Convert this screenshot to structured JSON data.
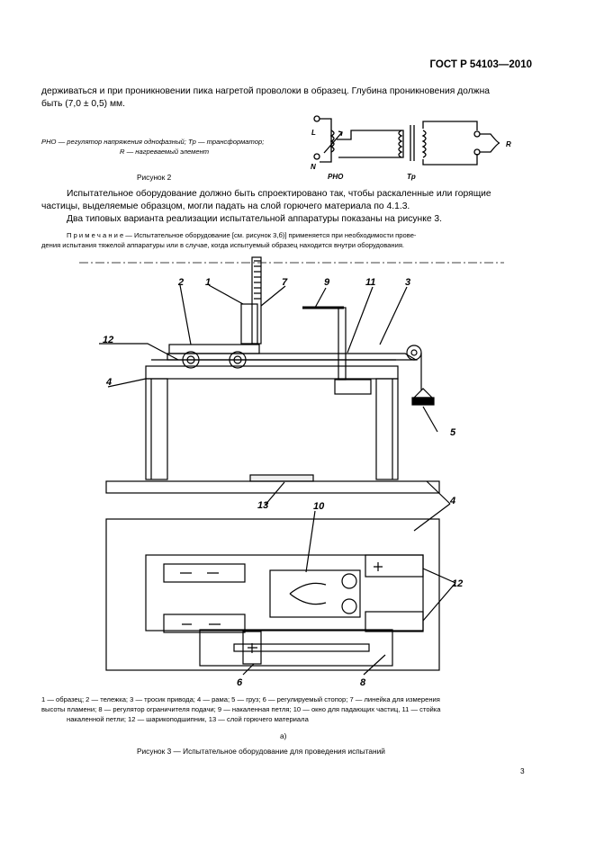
{
  "header": {
    "doc_code": "ГОСТ Р 54103—2010"
  },
  "intro": {
    "line1": "держиваться и при проникновении пика нагретой проволоки в образец. Глубина проникновения должна",
    "line2": "быть (7,0 ± 0,5) мм."
  },
  "figure2": {
    "legend_line1": "PHO — регулятор напряжения однофазный; Tp — трансформатор;",
    "legend_line2": "R — нагреваемый элемент",
    "caption": "Рисунок 2",
    "labels": {
      "L": "L",
      "N": "N",
      "pho": "PHO",
      "tp": "Tp",
      "r": "R"
    }
  },
  "body": {
    "para1_line1": "Испытательное оборудование должно быть спроектировано так, чтобы раскаленные или горящие",
    "para1_line2": "частицы, выделяемые образцом, могли падать на слой горючего материала по 4.1.3.",
    "para2": "Два типовых варианта реализации испытательной аппаратуры показаны на рисунке 3.",
    "note_line1": "П р и м е ч а н и е — Испытательное оборудование [см. рисунок 3,б)] применяется при необходимости прове-",
    "note_line2": "дения испытания тяжелой аппаратуры или в случае, когда испытуемый образец находится внутри оборудования."
  },
  "figure3": {
    "labels": {
      "n1": "1",
      "n2": "2",
      "n3": "3",
      "n4": "4",
      "n4b": "4",
      "n5": "5",
      "n6": "6",
      "n7": "7",
      "n8": "8",
      "n9": "9",
      "n10": "10",
      "n11": "11",
      "n12": "12",
      "n12b": "12",
      "n13": "13"
    },
    "legend_line1": "1 — образец; 2 — тележка; 3 — тросик привода; 4 — рама; 5 — груз; 6 — регулируемый стопор; 7 — линейка для измерения",
    "legend_line2": "высоты пламени; 8 — регулятор ограничителя подачи; 9 — накаленная петля; 10 — окно для падающих частиц, 11 — стойка",
    "legend_line3": "накаленной петли; 12 — шарикоподшипник, 13 — слой горючего материала",
    "sub": "а)",
    "caption": "Рисунок 3 — Испытательное оборудование для проведения испытаний"
  },
  "footer": {
    "page_number": "3"
  }
}
